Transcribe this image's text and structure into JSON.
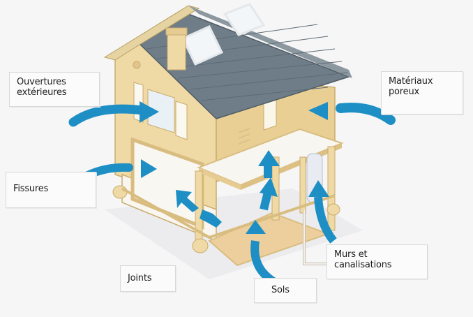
{
  "diagram": {
    "subject": "house-air-entry-paths",
    "colors": {
      "arrow": "#1e8fc4",
      "wall": "#efd9a4",
      "wall_shadow": "#d9bd80",
      "roof": "#6e7d88",
      "roof_edge": "#8c98a0",
      "floor": "#f6f3ec",
      "ground_floor": "#eccf9c",
      "background": "#f6f6f7"
    },
    "labels": [
      {
        "id": "ouvertures",
        "lines": [
          "Ouvertures",
          "extérieures"
        ]
      },
      {
        "id": "materiaux",
        "lines": [
          "Matériaux",
          "poreux"
        ]
      },
      {
        "id": "fissures",
        "lines": [
          "Fissures"
        ]
      },
      {
        "id": "joints",
        "lines": [
          "Joints"
        ]
      },
      {
        "id": "sols",
        "lines": [
          "Sols"
        ]
      },
      {
        "id": "murs",
        "lines": [
          "Murs et",
          "canalisations"
        ]
      }
    ]
  }
}
